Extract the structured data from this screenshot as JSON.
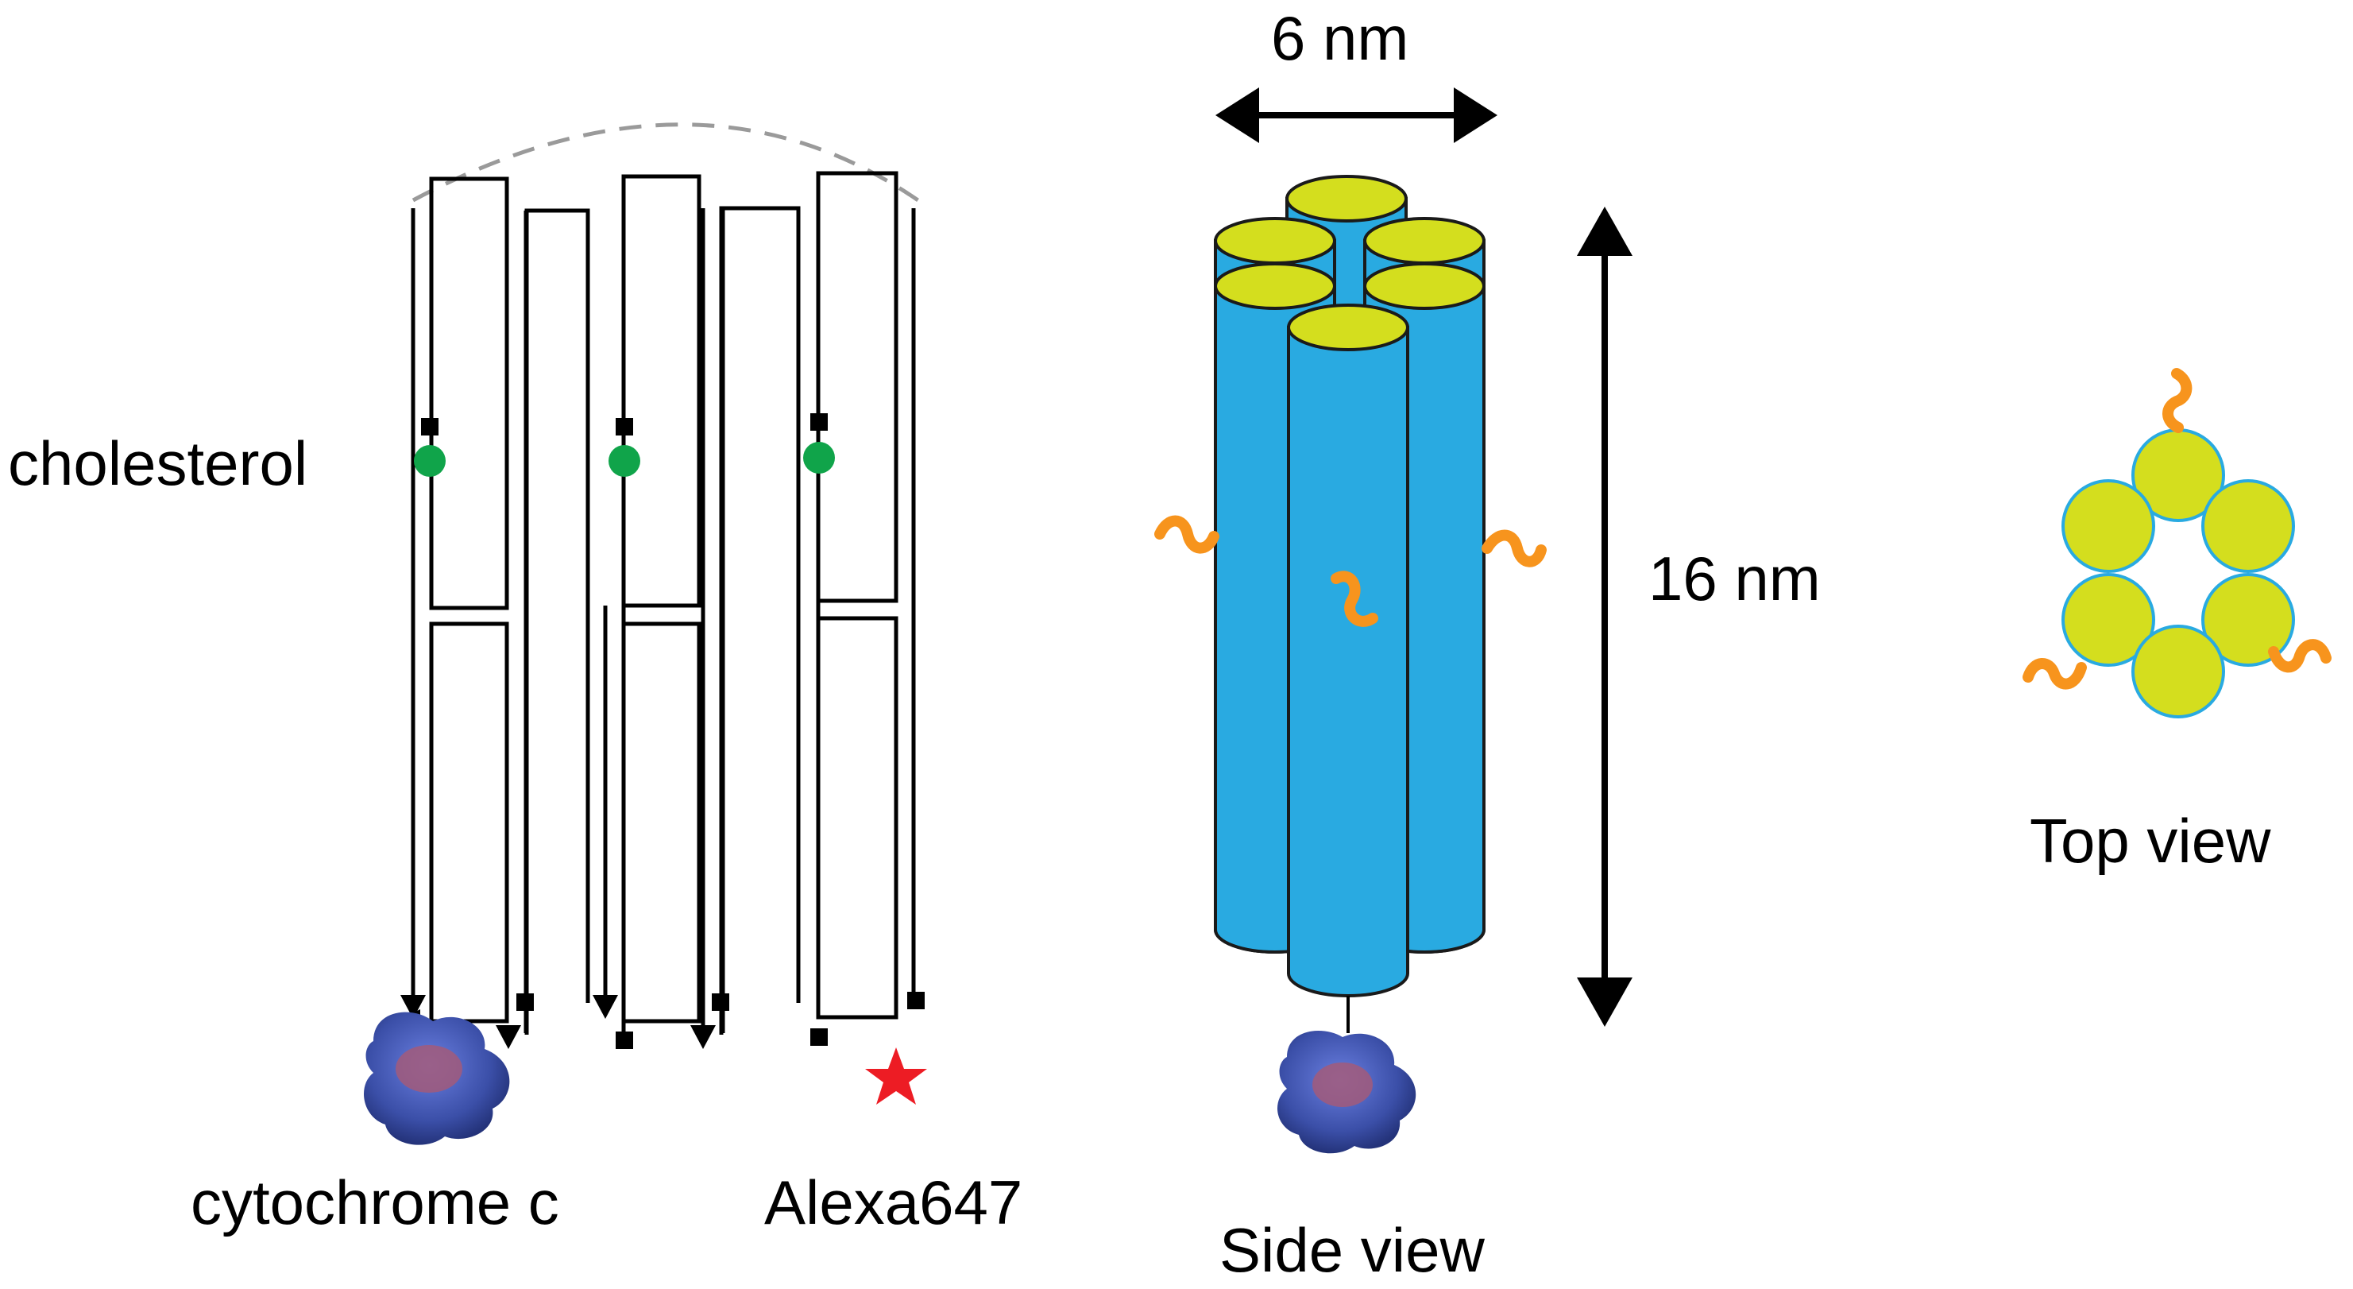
{
  "labels": {
    "cholesterol": "cholesterol",
    "cytochrome": "cytochrome c",
    "alexa": "Alexa647",
    "width": "6 nm",
    "height": "16 nm",
    "side_view": "Side view",
    "top_view": "Top view"
  },
  "colors": {
    "helix_body": "#29aae1",
    "helix_top": "#d4de1e",
    "cholesterol": "#10a44a",
    "linker": "#f7941d",
    "alexa": "#ed1c24",
    "protein": "#3b4fa8",
    "heme": "#a25a7a",
    "strand": "#000000",
    "dashed": "#9a9a9a"
  }
}
